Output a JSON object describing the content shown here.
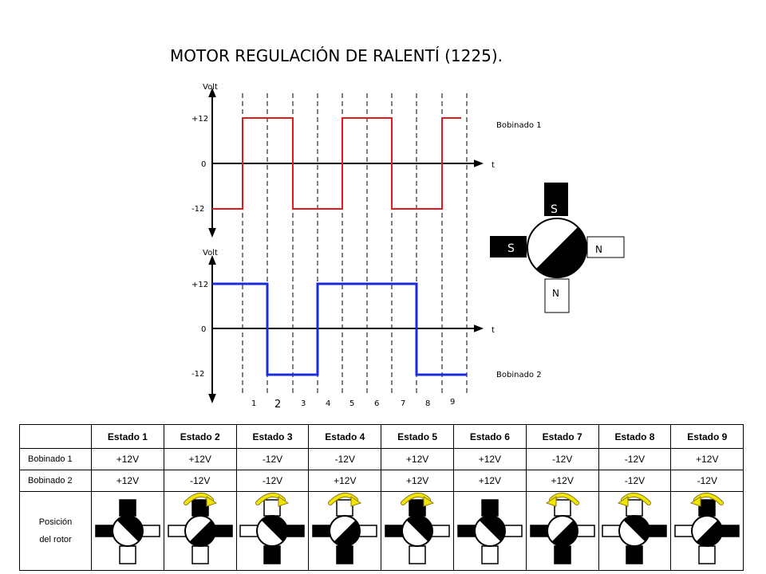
{
  "title": "MOTOR REGULACIÓN DE RALENTÍ (1225).",
  "graph1": {
    "ylabel": "Volt",
    "ticks": [
      "+12",
      "0",
      "-12"
    ],
    "xlabel": "t",
    "name": "Bobinado 1",
    "color": "#e8161d",
    "levels": [
      "-12",
      "+12",
      "+12",
      "-12",
      "-12",
      "+12",
      "+12",
      "-12",
      "-12",
      "+12"
    ]
  },
  "graph2": {
    "ylabel": "Volt",
    "ticks": [
      "+12",
      "0",
      "-12"
    ],
    "xlabel": "t",
    "name": "Bobinado 2",
    "color": "#1c2bd9",
    "levels": [
      "+12",
      "+12",
      "-12",
      "-12",
      "+12",
      "+12",
      "+12",
      "+12",
      "-12",
      "-12"
    ]
  },
  "state_numbers": [
    "1",
    "2",
    "3",
    "4",
    "5",
    "6",
    "7",
    "8",
    "9"
  ],
  "stator_labels": {
    "top": "S",
    "left": "S",
    "right": "N",
    "bottom": "N"
  },
  "table": {
    "headers": [
      "Estado 1",
      "Estado 2",
      "Estado 3",
      "Estado 4",
      "Estado 5",
      "Estado 6",
      "Estado 7",
      "Estado 8",
      "Estado 9"
    ],
    "row1_label": "Bobinado 1",
    "row1_values": [
      "+12V",
      "+12V",
      "-12V",
      "-12V",
      "+12V",
      "+12V",
      "-12V",
      "-12V",
      "+12V"
    ],
    "row2_label": "Bobinado 2",
    "row2_values": [
      "+12V",
      "-12V",
      "-12V",
      "+12V",
      "+12V",
      "+12V",
      "+12V",
      "-12V",
      "-12V"
    ],
    "pos_label_line1": "Posición",
    "pos_label_line2": "del rotor",
    "positions": [
      {
        "top": "dark",
        "bottom": "light",
        "left": "dark",
        "right": "light",
        "rotor_angle": -45,
        "arrow": "none"
      },
      {
        "top": "dark",
        "bottom": "light",
        "left": "light",
        "right": "dark",
        "rotor_angle": 45,
        "arrow": "right"
      },
      {
        "top": "light",
        "bottom": "dark",
        "left": "light",
        "right": "dark",
        "rotor_angle": -45,
        "arrow": "right"
      },
      {
        "top": "light",
        "bottom": "dark",
        "left": "dark",
        "right": "light",
        "rotor_angle": 45,
        "arrow": "right"
      },
      {
        "top": "dark",
        "bottom": "light",
        "left": "dark",
        "right": "light",
        "rotor_angle": -45,
        "arrow": "right"
      },
      {
        "top": "dark",
        "bottom": "light",
        "left": "dark",
        "right": "light",
        "rotor_angle": -45,
        "arrow": "none"
      },
      {
        "top": "light",
        "bottom": "dark",
        "left": "dark",
        "right": "light",
        "rotor_angle": 45,
        "arrow": "left"
      },
      {
        "top": "light",
        "bottom": "dark",
        "left": "light",
        "right": "dark",
        "rotor_angle": -45,
        "arrow": "left"
      },
      {
        "top": "dark",
        "bottom": "light",
        "left": "light",
        "right": "dark",
        "rotor_angle": 45,
        "arrow": "left"
      }
    ],
    "colors": {
      "dark": "#000000",
      "light": "#ffffff",
      "arrow": "#f2e600",
      "arrow_stroke": "#8a7a1e"
    }
  }
}
